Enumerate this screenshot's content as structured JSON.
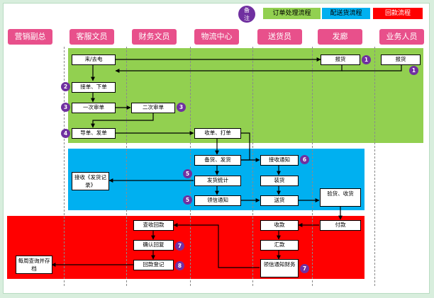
{
  "legend": {
    "note": "备\n注",
    "items": [
      {
        "label": "订单处理流程",
        "color": "#92d050",
        "text_color": "#000000"
      },
      {
        "label": "配送货流程",
        "color": "#00b0f0",
        "text_color": "#000000"
      },
      {
        "label": "回款流程",
        "color": "#ff0000",
        "text_color": "#ffffff"
      }
    ]
  },
  "lanes": [
    "营销副总",
    "客服文员",
    "财务文员",
    "物流中心",
    "送货员",
    "发廊",
    "业务人员"
  ],
  "colors": {
    "header": "#e8508b",
    "badge": "#7030a0",
    "order_band": "#92d050",
    "delivery_band": "#00b0f0",
    "payment_band": "#ff0000"
  },
  "boxes": {
    "call": "来/去电",
    "order_fa": "报货",
    "order_ye": "报货",
    "accept": "接单、下单",
    "review1": "一次审单",
    "review2": "二次审单",
    "print_send": "导单、发单",
    "receive_print": "收单、打单",
    "pick": "备货、发货",
    "receive_notice": "接收通知",
    "stats": "发货统计",
    "receipt": "接收《发货记录》",
    "load": "装货",
    "notify_receipt": "领信通知",
    "deliver": "送货",
    "inspect": "验货、收货",
    "check_receipt": "查收回款",
    "collect": "收款",
    "pay": "付款",
    "confirm": "确认回复",
    "summary": "汇款",
    "register": "回款登记",
    "notify_finance": "领信通知财务",
    "weekly": "每周查询并存档"
  },
  "badges": [
    "1",
    "1",
    "2",
    "3",
    "3",
    "4",
    "5",
    "5",
    "6",
    "7",
    "8",
    "7"
  ]
}
